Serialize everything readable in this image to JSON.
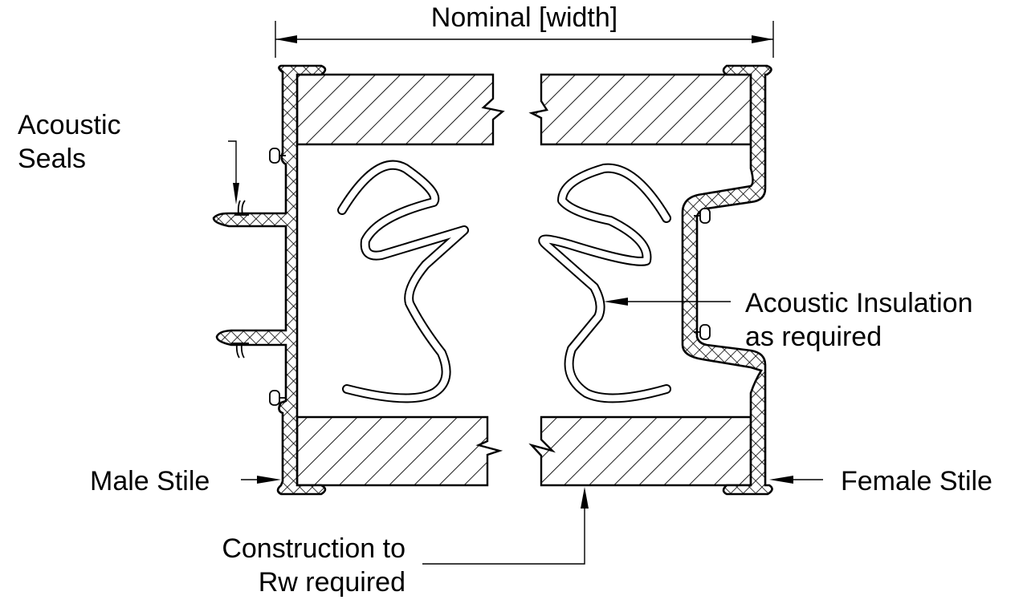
{
  "diagram": {
    "title": "Acoustic door stile section",
    "labels": {
      "nominal_width": "Nominal [width]",
      "acoustic_seals_line1": "Acoustic",
      "acoustic_seals_line2": "Seals",
      "acoustic_insulation_line1": "Acoustic Insulation",
      "acoustic_insulation_line2": "as required",
      "male_stile": "Male Stile",
      "female_stile": "Female Stile",
      "construction_line1": "Construction to",
      "construction_line2": "Rw required"
    },
    "colors": {
      "ink": "#000000",
      "background": "#ffffff"
    },
    "components": [
      "male-stile-frame",
      "female-stile-frame",
      "top-left-panel",
      "top-right-panel",
      "bottom-left-panel",
      "bottom-right-panel",
      "acoustic-insulation-left",
      "acoustic-insulation-right",
      "acoustic-seals"
    ]
  }
}
